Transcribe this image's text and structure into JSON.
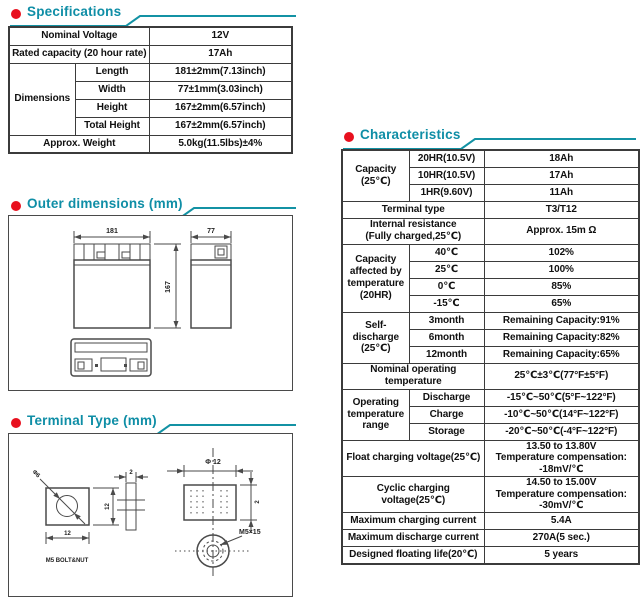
{
  "colors": {
    "accent_teal": "#1392a4",
    "bullet_red": "#e8101e",
    "table_border": "#3b3b3b"
  },
  "specifications": {
    "title": "Specifications",
    "simple_rows": [
      {
        "label": "Nominal Voltage",
        "value": "12V"
      },
      {
        "label": "Rated capacity (20 hour rate)",
        "value": "17Ah"
      }
    ],
    "dimensions": {
      "label": "Dimensions",
      "rows": [
        {
          "name": "Length",
          "value": "181±2mm(7.13inch)"
        },
        {
          "name": "Width",
          "value": "77±1mm(3.03inch)"
        },
        {
          "name": "Height",
          "value": "167±2mm(6.57inch)"
        },
        {
          "name": "Total Height",
          "value": "167±2mm(6.57inch)"
        }
      ]
    },
    "weight_row": {
      "label": "Approx. Weight",
      "value": "5.0kg(11.5lbs)±4%"
    }
  },
  "outer_dimensions": {
    "title": "Outer dimensions  (mm)",
    "dim_width": "181",
    "dim_depth": "77",
    "dim_height": "167"
  },
  "terminal_type": {
    "title": "Terminal Type (mm)",
    "bolt_dia": "Φ6",
    "plate_width": "12",
    "plate_side_height": "12",
    "plate_thickness": "2",
    "bolt_nut_label": "M5  BOLT&NUT",
    "nut_dia": "Φ 12",
    "nut_thickness": "2",
    "screw_spec": "M5×15"
  },
  "characteristics": {
    "title": "Characteristics",
    "capacity": {
      "label": "Capacity\n(25℃)",
      "rows": [
        {
          "name": "20HR(10.5V)",
          "value": "18Ah"
        },
        {
          "name": "10HR(10.5V)",
          "value": "17Ah"
        },
        {
          "name": "1HR(9.60V)",
          "value": "11Ah"
        }
      ]
    },
    "terminal_row": {
      "label": "Terminal type",
      "value": "T3/T12"
    },
    "internal_resistance": {
      "label": "Internal resistance\n(Fully charged,25℃)",
      "value": "Approx. 15m Ω"
    },
    "capacity_temp": {
      "label": "Capacity\naffected by\ntemperature\n(20HR)",
      "rows": [
        {
          "name": "40℃",
          "value": "102%"
        },
        {
          "name": "25℃",
          "value": "100%"
        },
        {
          "name": "0℃",
          "value": "85%"
        },
        {
          "name": "-15℃",
          "value": "65%"
        }
      ]
    },
    "self_discharge": {
      "label": "Self-discharge\n(25℃)",
      "rows": [
        {
          "name": "3month",
          "value": "Remaining Capacity:91%"
        },
        {
          "name": "6month",
          "value": "Remaining Capacity:82%"
        },
        {
          "name": "12month",
          "value": "Remaining Capacity:65%"
        }
      ]
    },
    "nominal_temp": {
      "label": "Nominal operating\ntemperature",
      "value": "25℃±3℃(77°F±5°F)"
    },
    "op_temp_range": {
      "label": "Operating\ntemperature\nrange",
      "rows": [
        {
          "name": "Discharge",
          "value": "-15℃~50℃(5°F~122°F)"
        },
        {
          "name": "Charge",
          "value": "-10℃~50℃(14°F~122°F)"
        },
        {
          "name": "Storage",
          "value": "-20℃~50℃(-4°F~122°F)"
        }
      ]
    },
    "float_charging": {
      "label": "Float charging voltage(25℃)",
      "value": "13.50 to 13.80V\nTemperature compensation:\n-18mV/℃"
    },
    "cyclic_charging": {
      "label": "Cyclic charging voltage(25℃)",
      "value": "14.50 to 15.00V\nTemperature compensation:\n-30mV/℃"
    },
    "max_charging_current": {
      "label": "Maximum charging current",
      "value": "5.4A"
    },
    "max_discharge_current": {
      "label": "Maximum discharge current",
      "value": "270A(5 sec.)"
    },
    "floating_life": {
      "label": "Designed floating life(20℃)",
      "value": "5 years"
    }
  }
}
